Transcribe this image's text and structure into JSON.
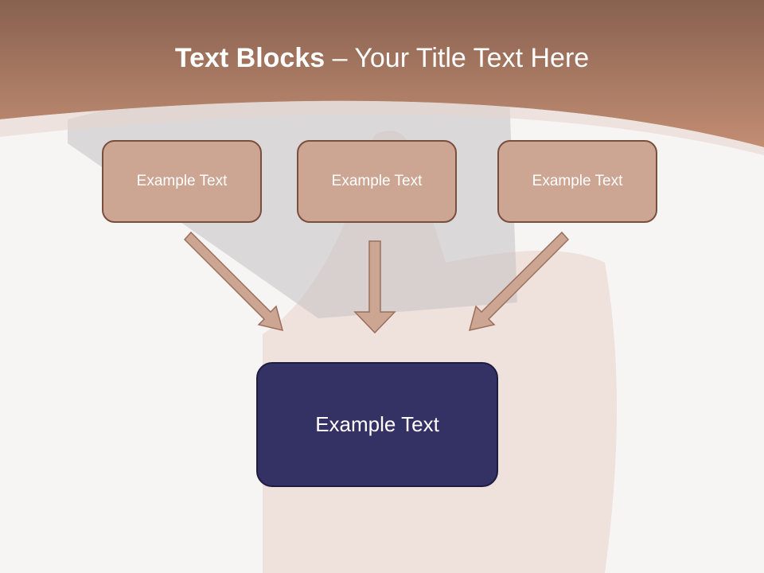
{
  "slide": {
    "title_bold": "Text Blocks",
    "title_rest": " – Your Title Text Here",
    "top_boxes": [
      "Example Text",
      "Example Text",
      "Example Text"
    ],
    "bottom_box": "Example Text"
  },
  "colors": {
    "header": "#b3826b",
    "box": "#cda593",
    "box_border": "#7a4e3c",
    "bottom_box": "#343264"
  }
}
